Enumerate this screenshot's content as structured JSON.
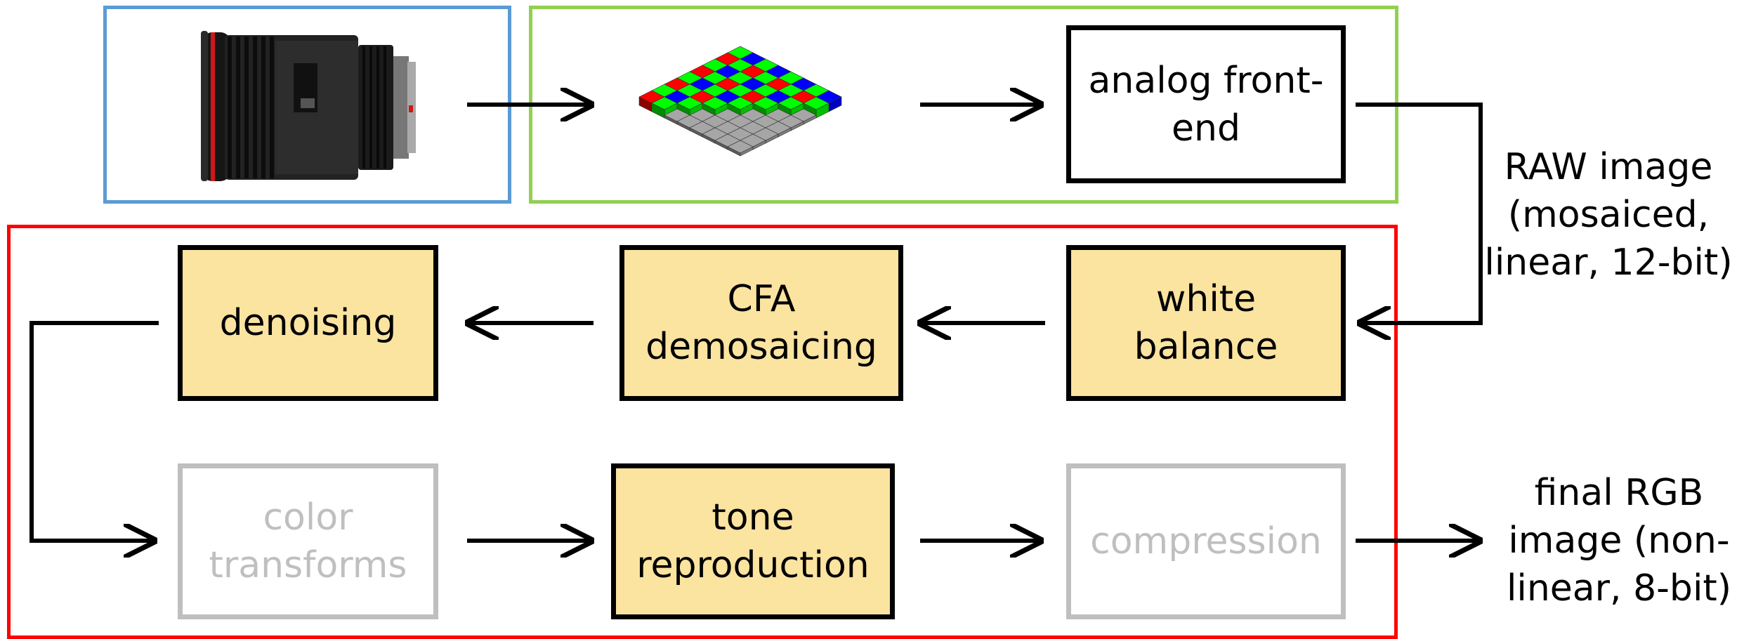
{
  "colors": {
    "optics_frame": "#5b9bd5",
    "sensor_frame": "#92d050",
    "isp_frame": "#ff0000",
    "active_fill": "#fbe3a0",
    "inactive_gray": "#bfbfbf",
    "bayer_red": "#ff0000",
    "bayer_green": "#00ff00",
    "bayer_blue": "#0000ff",
    "sensor_gray": "#a6a6a6"
  },
  "groups": {
    "optics": "optics-frame",
    "sensor": "sensor-frame",
    "isp": "isp-frame"
  },
  "images": {
    "lens": "camera-lens-image",
    "bayer": "bayer-cfa-sensor-image"
  },
  "blocks": {
    "analog_front_end": "analog front-\nend",
    "white_balance": "white\nbalance",
    "cfa_demosaicing": "CFA\ndemosaicing",
    "denoising": "denoising",
    "color_transforms": "color\ntransforms",
    "tone_reproduction": "tone\nreproduction",
    "compression": "compression"
  },
  "block_states": {
    "analog_front_end": "plain",
    "white_balance": "active",
    "cfa_demosaicing": "active",
    "denoising": "active",
    "color_transforms": "inactive",
    "tone_reproduction": "active",
    "compression": "inactive"
  },
  "annotations": {
    "raw_image": "RAW image\n(mosaiced,\nlinear, 12-bit)",
    "final_image": "final RGB\nimage (non-\nlinear, 8-bit)"
  }
}
